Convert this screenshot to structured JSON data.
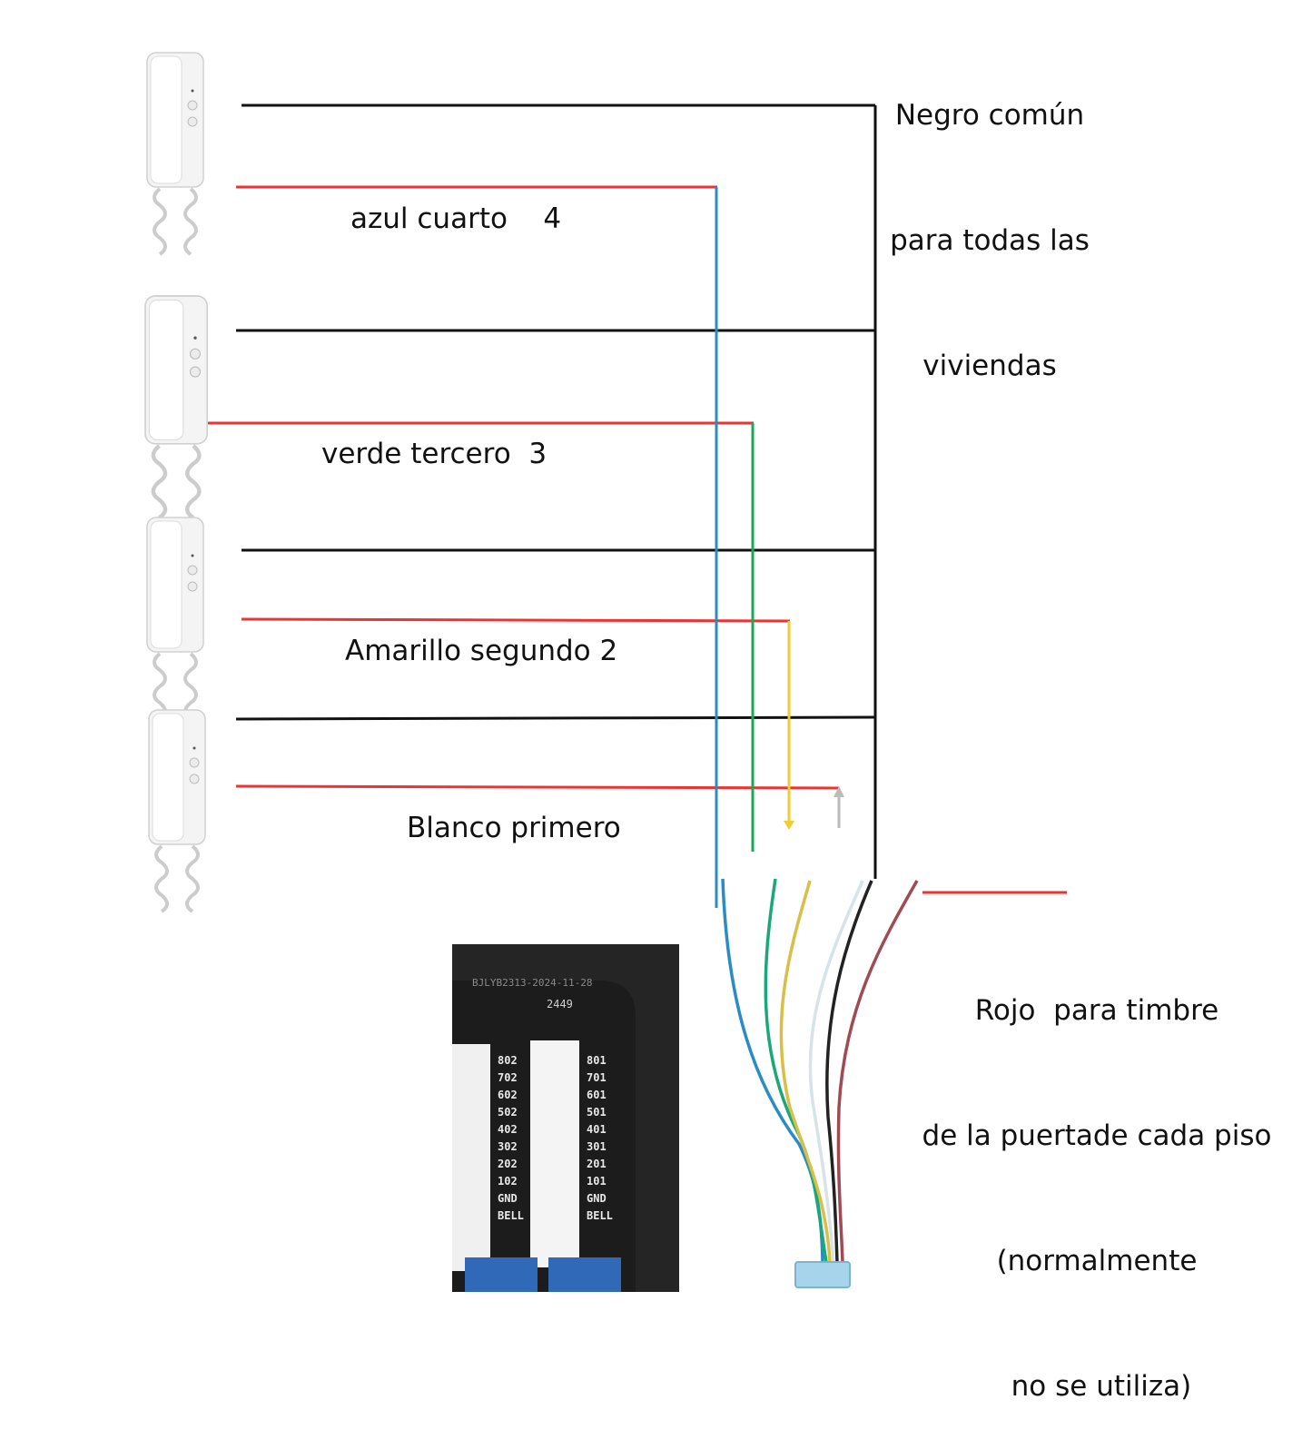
{
  "title": "",
  "colors": {
    "common": "#111111",
    "doorbell": "#ee3333",
    "azul": "#2b8cc4",
    "verde": "#1aaa55",
    "amarillo": "#f2cc30",
    "blanco": "#bbbbbb",
    "board": "#1c1c1c"
  },
  "annotations": {
    "common_note": [
      "Negro común",
      "para todas las",
      "viviendas"
    ],
    "bell_note": [
      "Rojo  para timbre",
      "de la puertade cada piso",
      "(normalmente",
      " no se utiliza)"
    ]
  },
  "floors": [
    {
      "label": "azul cuarto    4",
      "wire_color": "azul",
      "device_icon": "intercom-handset-icon"
    },
    {
      "label": "verde tercero  3",
      "wire_color": "verde",
      "device_icon": "intercom-handset-icon"
    },
    {
      "label": "Amarillo segundo 2",
      "wire_color": "amarillo",
      "device_icon": "intercom-handset-icon"
    },
    {
      "label": "Blanco primero",
      "wire_color": "blanco",
      "device_icon": "intercom-handset-icon"
    }
  ],
  "board": {
    "header": "BJLYB2313-2024-11-28",
    "code": "2449",
    "left_terminals": [
      "802",
      "702",
      "602",
      "502",
      "402",
      "302",
      "202",
      "102",
      "GND",
      "BELL"
    ],
    "right_terminals": [
      "801",
      "701",
      "601",
      "501",
      "401",
      "301",
      "201",
      "101",
      "GND",
      "BELL"
    ]
  },
  "cable_wires": [
    "azul",
    "verde",
    "amarillo",
    "blanco",
    "common",
    "doorbell"
  ]
}
